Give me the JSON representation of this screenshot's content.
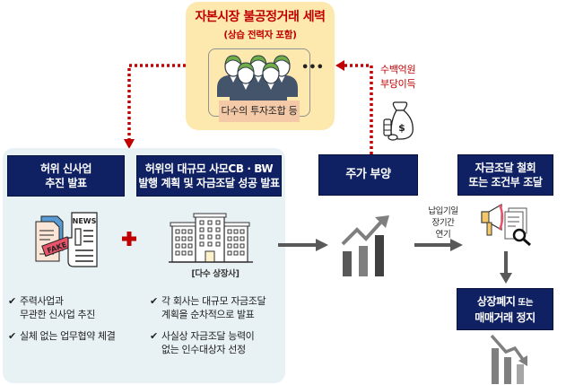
{
  "group": {
    "title": "자본시장 불공정거래 세력",
    "subtitle": "(상습 전력자 포함)",
    "members_label": "다수의 투자조합 등",
    "more_indicator": "•••"
  },
  "profit_note": {
    "line1": "수백억원",
    "line2": "부당이득",
    "icon": "money-bag-icon"
  },
  "steps": {
    "fake_business": {
      "line1": "허위 신사업",
      "line2": "추진 발표",
      "icon": "fake-news-icon",
      "bullets": [
        {
          "line1": "주력사업과",
          "line2": "무관한 신사업 추진"
        },
        {
          "line1": "실체 없는 업무협약 체결",
          "line2": ""
        }
      ]
    },
    "cb_bw": {
      "line1": "허위의 대규모 사모CB · BW",
      "line2": "발행 계획 및 자금조달 성공 발표",
      "icon": "office-building-icon",
      "icon_label": "[다수 상장사]",
      "bullets": [
        {
          "line1": "각 회사는 대규모 자금조달",
          "line2": "계획을 순차적으로 발표"
        },
        {
          "line1": "사실상 자금조달 능력이",
          "line2": "없는 인수대상자 선정"
        }
      ]
    },
    "stock_boost": {
      "label": "주가 부양",
      "icon": "rising-chart-icon"
    },
    "withdrawal": {
      "line1": "자금조달 철회",
      "line2": "또는 조건부 조달",
      "icon": "megaphone-document-icon"
    },
    "delisting": {
      "line1_main": "상장폐지",
      "line1_small": " 또는",
      "line2": "매매거래 정지",
      "icon": "falling-chart-icon"
    }
  },
  "connectors": {
    "plus_symbol": "+",
    "check_symbol": "✔",
    "delay_note": [
      "납입기일",
      "장기간",
      "연기"
    ]
  },
  "colors": {
    "navy": "#0f2162",
    "accent_red": "#c00000",
    "group_bg": "#fde9ad",
    "panel_bg": "#e8f2f4",
    "label_bg": "#f4c9a7",
    "arrow_gray": "#595959"
  }
}
